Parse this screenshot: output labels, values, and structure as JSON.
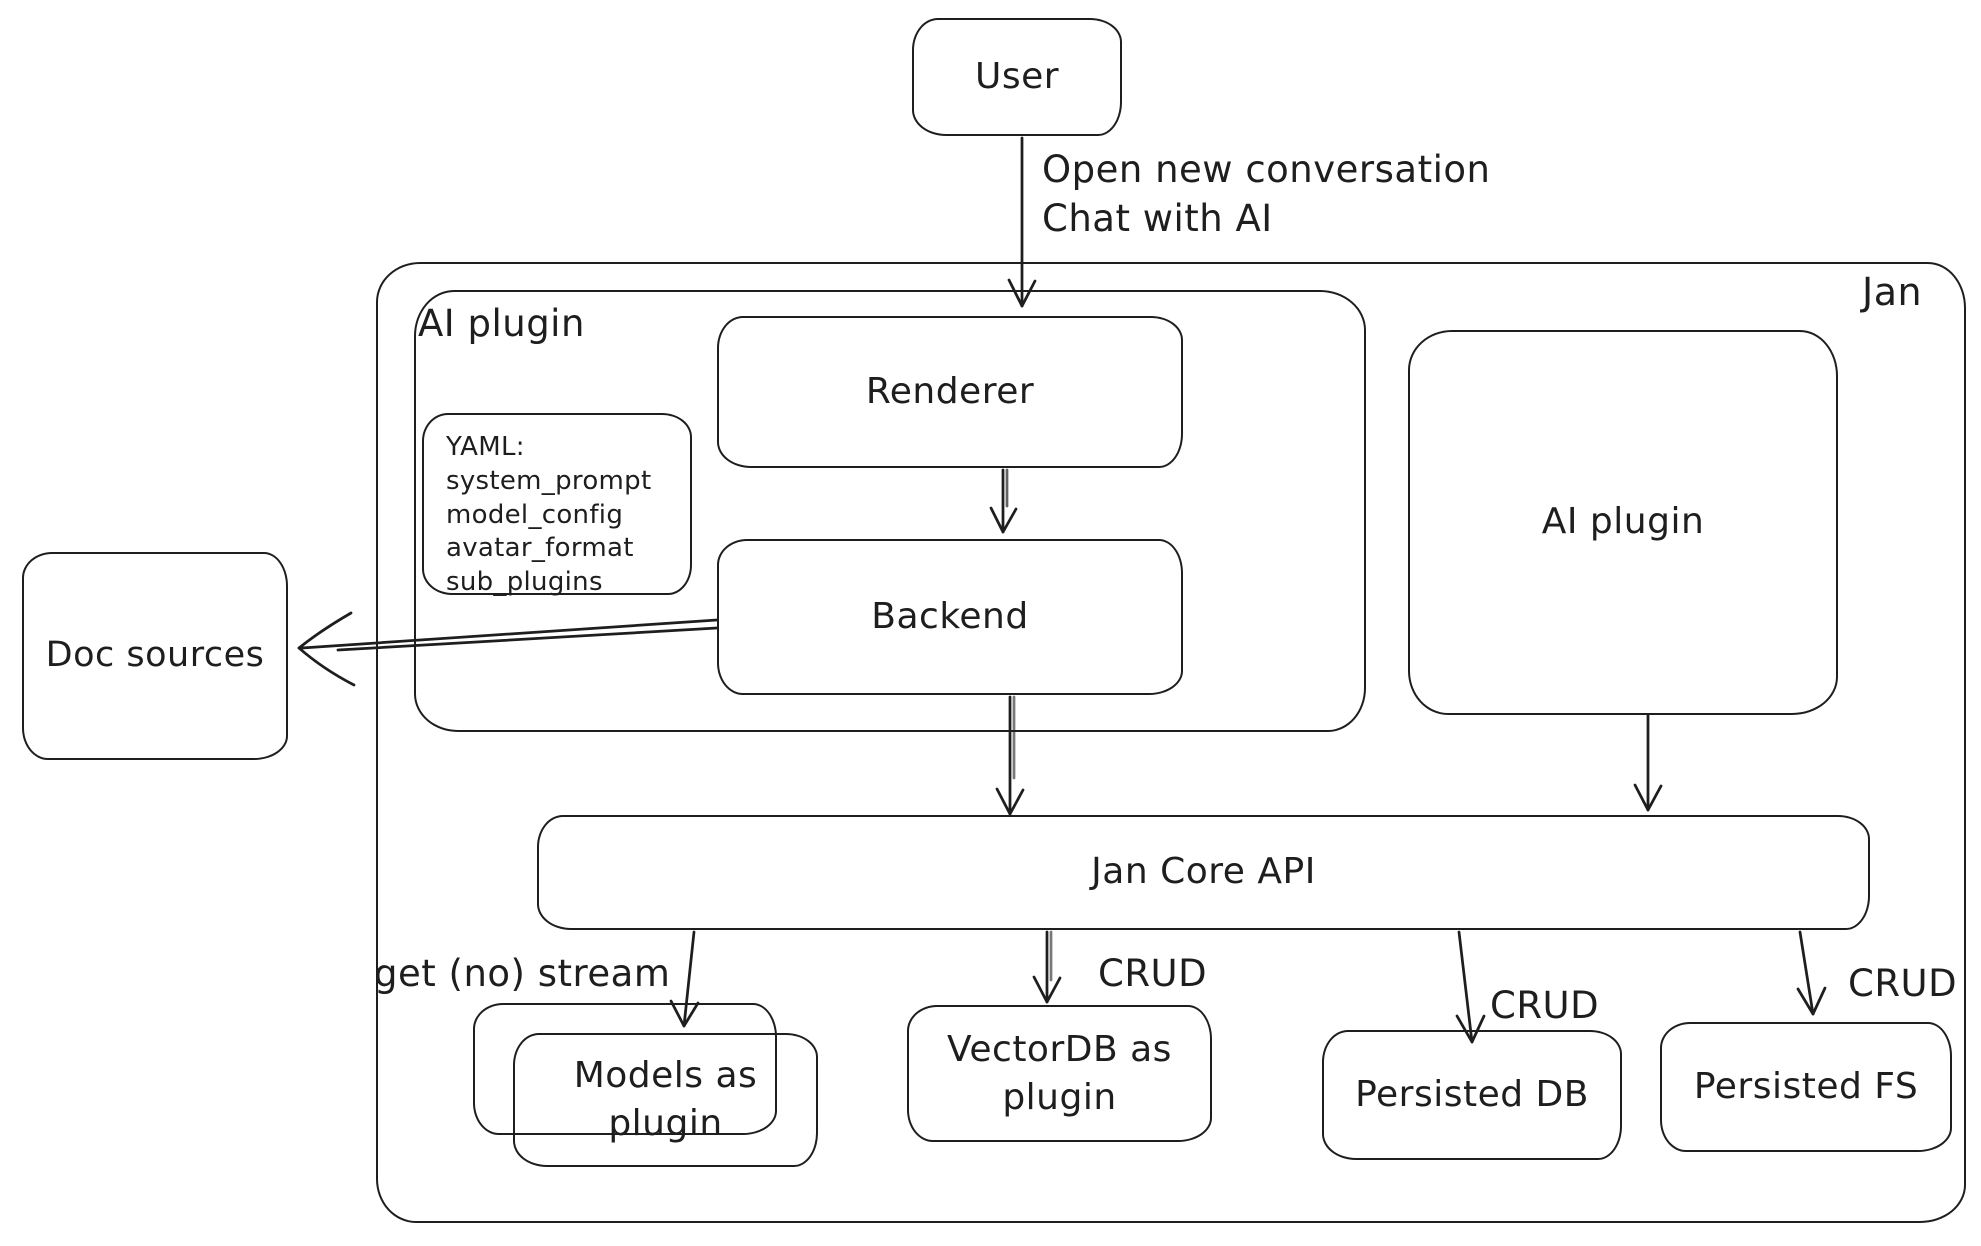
{
  "diagram": {
    "colors": {
      "stroke": "#1e1e1e",
      "background": "#ffffff"
    },
    "nodes": {
      "user": {
        "label": "User"
      },
      "jan_container": {
        "label": "Jan"
      },
      "ai_plugin_container": {
        "label": "AI plugin"
      },
      "renderer": {
        "label": "Renderer"
      },
      "backend": {
        "label": "Backend"
      },
      "yaml_note": {
        "lines": [
          "YAML:",
          "system_prompt",
          "model_config",
          "avatar_format",
          "sub_plugins"
        ]
      },
      "ai_plugin_right": {
        "label": "AI plugin"
      },
      "doc_sources": {
        "label": "Doc sources"
      },
      "jan_core_api": {
        "label": "Jan Core API"
      },
      "models_as_plugin": {
        "line1": "Models as",
        "line2": "plugin"
      },
      "vectordb_as_plugin": {
        "line1": "VectorDB as",
        "line2": "plugin"
      },
      "persisted_db": {
        "label": "Persisted DB"
      },
      "persisted_fs": {
        "label": "Persisted FS"
      }
    },
    "edge_labels": {
      "user_to_jan": {
        "line1": "Open new conversation",
        "line2": "Chat with AI"
      },
      "api_to_models": "get (no) stream",
      "api_to_vectordb": "CRUD",
      "api_to_persisted_db": "CRUD",
      "api_to_persisted_fs": "CRUD"
    }
  }
}
